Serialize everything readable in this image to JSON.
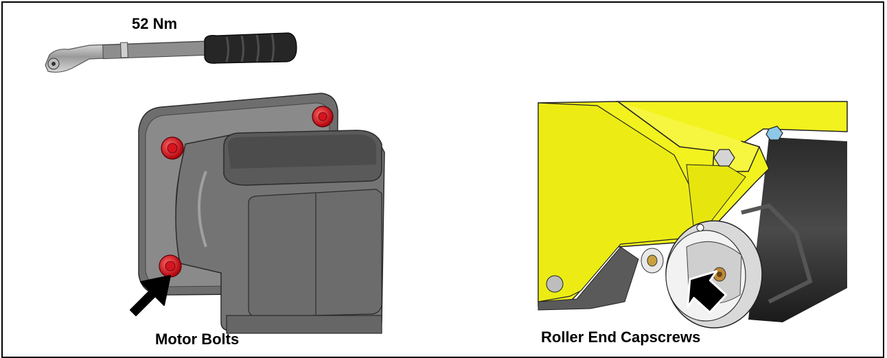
{
  "torque_spec": "52 Nm",
  "callouts": {
    "motor": "Motor Bolts",
    "roller": "Roller End Capscrews"
  },
  "colors": {
    "bolt_highlight": "#e0141e",
    "frame_yellow": "#f2f21e",
    "motor_gray": "#7a7a7a",
    "arrow": "#000000"
  },
  "icons": [
    "torque-wrench-icon",
    "arrow-icon"
  ]
}
